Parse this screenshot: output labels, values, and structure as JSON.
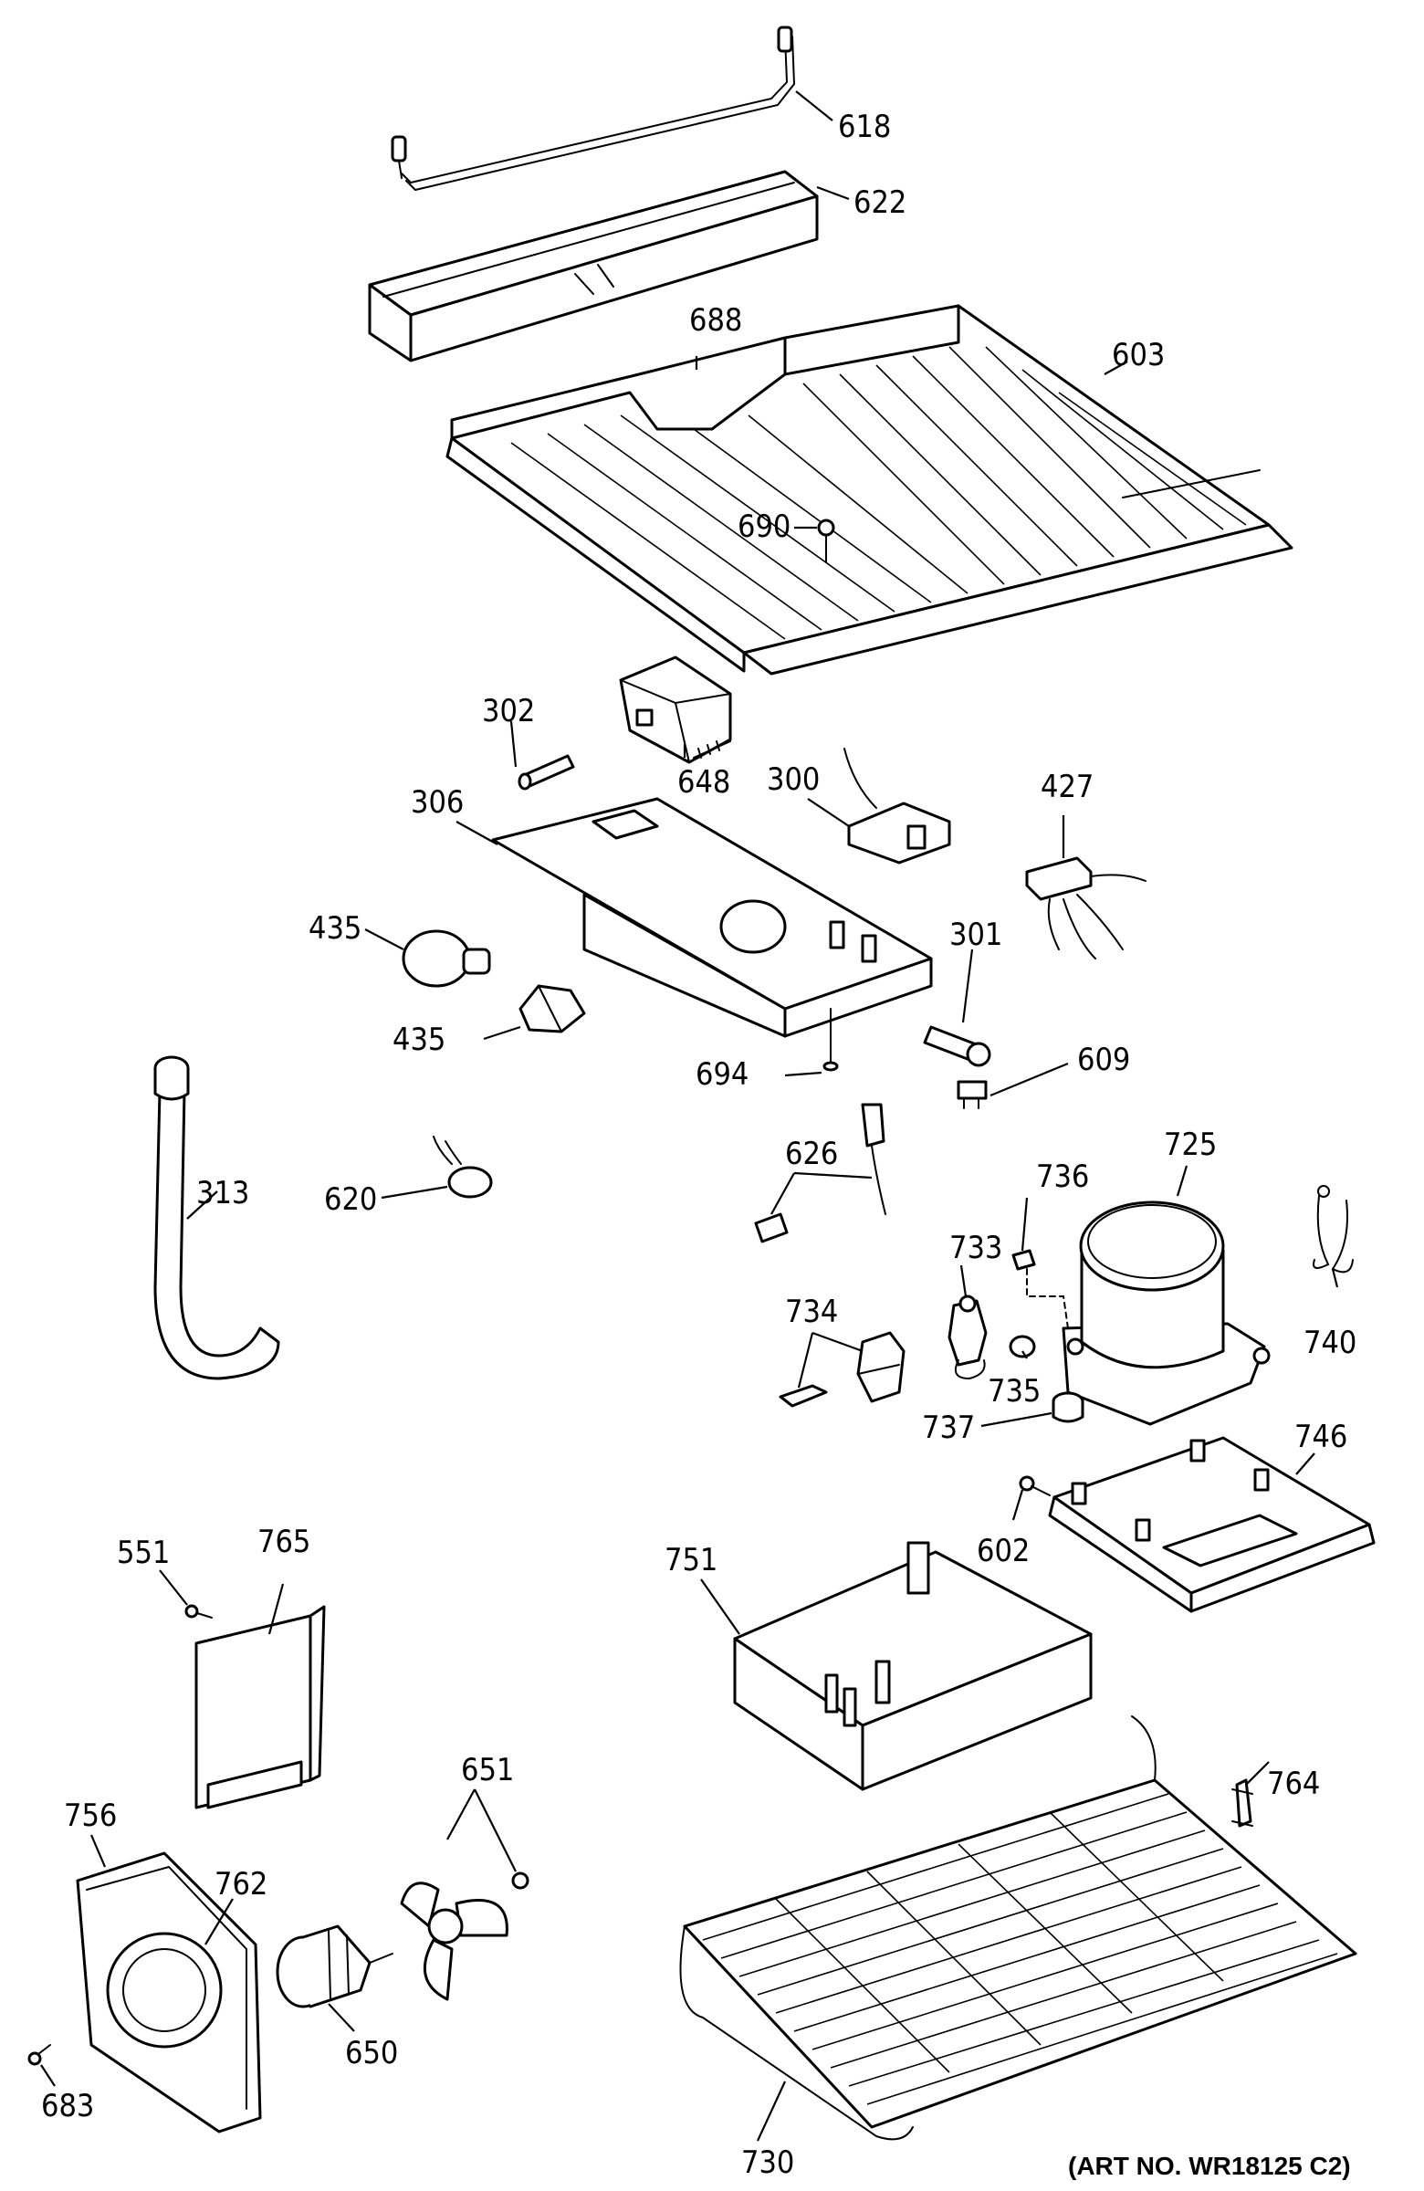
{
  "callouts": [
    {
      "id": "618",
      "label": "618"
    },
    {
      "id": "622",
      "label": "622"
    },
    {
      "id": "688",
      "label": "688"
    },
    {
      "id": "603",
      "label": "603"
    },
    {
      "id": "690",
      "label": "690"
    },
    {
      "id": "302",
      "label": "302"
    },
    {
      "id": "648",
      "label": "648"
    },
    {
      "id": "300",
      "label": "300"
    },
    {
      "id": "427",
      "label": "427"
    },
    {
      "id": "306",
      "label": "306"
    },
    {
      "id": "435a",
      "label": "435"
    },
    {
      "id": "435b",
      "label": "435"
    },
    {
      "id": "301",
      "label": "301"
    },
    {
      "id": "694",
      "label": "694"
    },
    {
      "id": "609",
      "label": "609"
    },
    {
      "id": "313",
      "label": "313"
    },
    {
      "id": "620",
      "label": "620"
    },
    {
      "id": "626",
      "label": "626"
    },
    {
      "id": "725",
      "label": "725"
    },
    {
      "id": "736",
      "label": "736"
    },
    {
      "id": "733",
      "label": "733"
    },
    {
      "id": "740",
      "label": "740"
    },
    {
      "id": "734",
      "label": "734"
    },
    {
      "id": "735",
      "label": "735"
    },
    {
      "id": "737",
      "label": "737"
    },
    {
      "id": "746",
      "label": "746"
    },
    {
      "id": "602",
      "label": "602"
    },
    {
      "id": "551",
      "label": "551"
    },
    {
      "id": "765",
      "label": "765"
    },
    {
      "id": "751",
      "label": "751"
    },
    {
      "id": "764",
      "label": "764"
    },
    {
      "id": "651",
      "label": "651"
    },
    {
      "id": "756",
      "label": "756"
    },
    {
      "id": "762",
      "label": "762"
    },
    {
      "id": "650",
      "label": "650"
    },
    {
      "id": "683",
      "label": "683"
    },
    {
      "id": "730",
      "label": "730"
    }
  ],
  "art_number": "(ART NO. WR18125 C2)"
}
